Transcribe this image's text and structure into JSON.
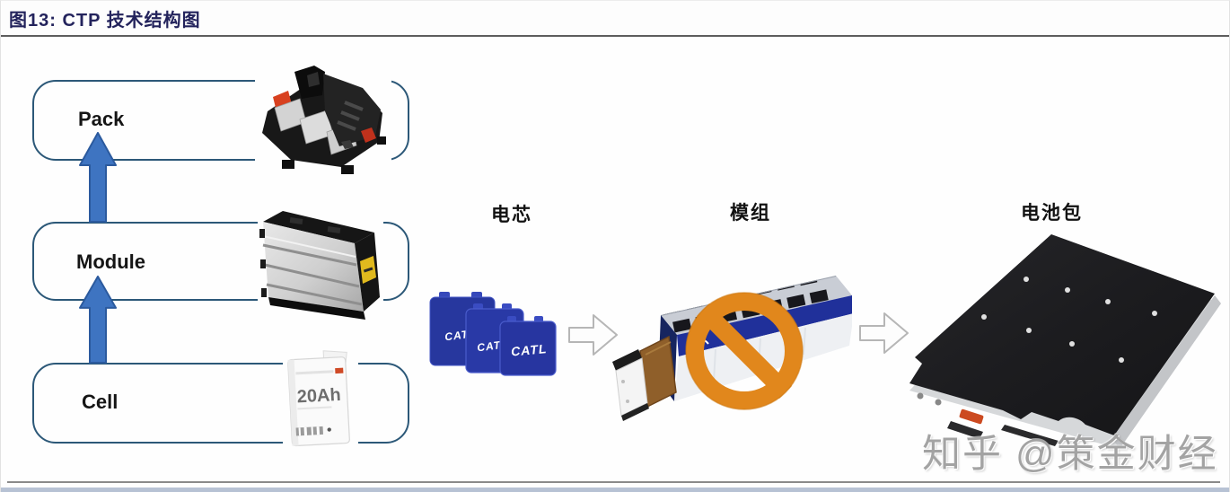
{
  "header": {
    "title": "图13: CTP 技术结构图"
  },
  "left_flow": {
    "stages": [
      {
        "label": "Pack"
      },
      {
        "label": "Module"
      },
      {
        "label": "Cell"
      }
    ],
    "cell_capacity": "20Ah",
    "arrow_direction": "up"
  },
  "right_flow": {
    "labels": {
      "cell": "电芯",
      "module": "模组",
      "pack": "电池包"
    },
    "brand": "CATL",
    "module_prohibited": true
  },
  "watermark": "知乎 @策金财经",
  "colors": {
    "title_text": "#23235c",
    "box_border": "#2c5878",
    "up_arrow_fill": "#3e74c1",
    "up_arrow_stroke": "#2b5a9e",
    "prohibition_orange": "#e1871c",
    "catl_blue": "#2a3aa2",
    "watermark_gray": "#a3a3a3",
    "bottom_bar": "#b7c2d4"
  }
}
